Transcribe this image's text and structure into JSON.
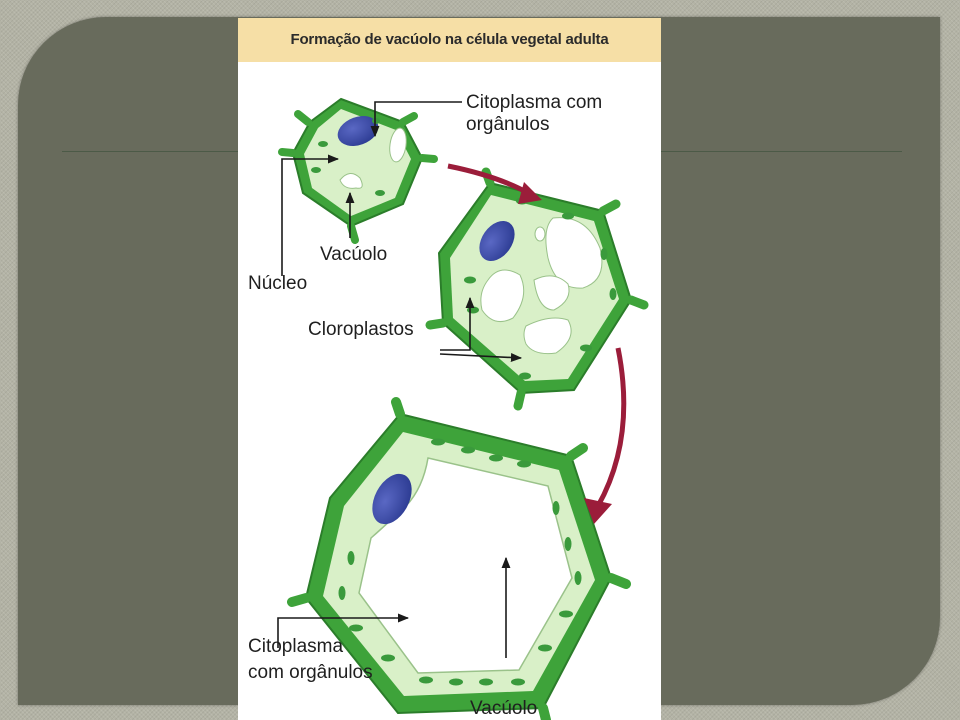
{
  "figure": {
    "title": "Formação de vacúolo na célula vegetal adulta",
    "labels": {
      "cytoplasm_top_line1": "Citoplasma com",
      "cytoplasm_top_line2": "orgânulos",
      "vacuole_top": "Vacúolo",
      "nucleus": "Núcleo",
      "chloroplasts": "Cloroplastos",
      "cytoplasm_bottom_line1": "Citoplasma",
      "cytoplasm_bottom_line2": "com orgânulos",
      "vacuole_bottom": "Vacúolo"
    }
  },
  "colors": {
    "slide_background": "#686b5c",
    "outer_background": "#b3b3a5",
    "title_band": "#f6dfa6",
    "cell_wall": "#3ea33a",
    "cytoplasm": "#d9f0c8",
    "chloroplast": "#3a9a3c",
    "nucleus": "#33449e",
    "arrow": "#9b1d3a"
  }
}
